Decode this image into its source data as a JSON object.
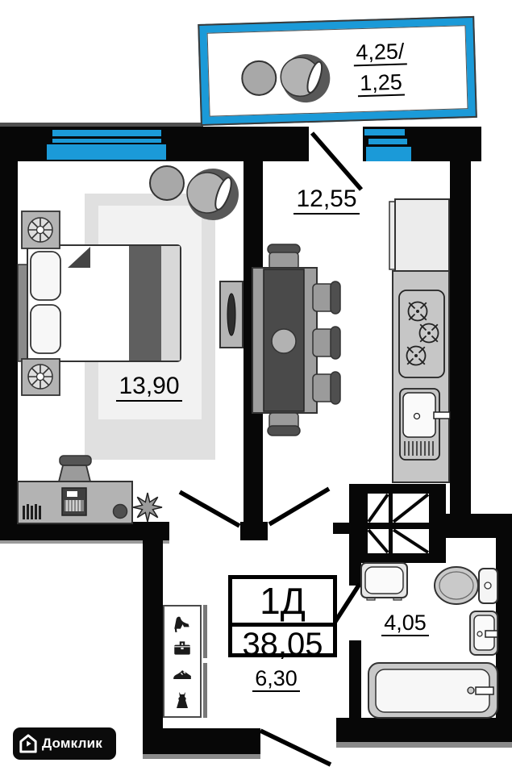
{
  "plan": {
    "unit_label": "1Д",
    "total_area": "38,05",
    "rooms": {
      "bedroom": {
        "area": "13,90"
      },
      "kitchen": {
        "area": "12,55"
      },
      "bathroom": {
        "area": "4,05"
      },
      "hallway": {
        "area": "6,30"
      },
      "balcony": {
        "area_line1": "4,25/",
        "area_line2": "1,25"
      }
    },
    "colors": {
      "window_blue": "#1b9ad8",
      "wall_black": "#070707"
    },
    "icons": {
      "closet": [
        "high-heel-icon",
        "briefcase-icon",
        "sneaker-icon",
        "dress-icon"
      ]
    }
  },
  "branding": {
    "logo_text": "Домклик"
  }
}
